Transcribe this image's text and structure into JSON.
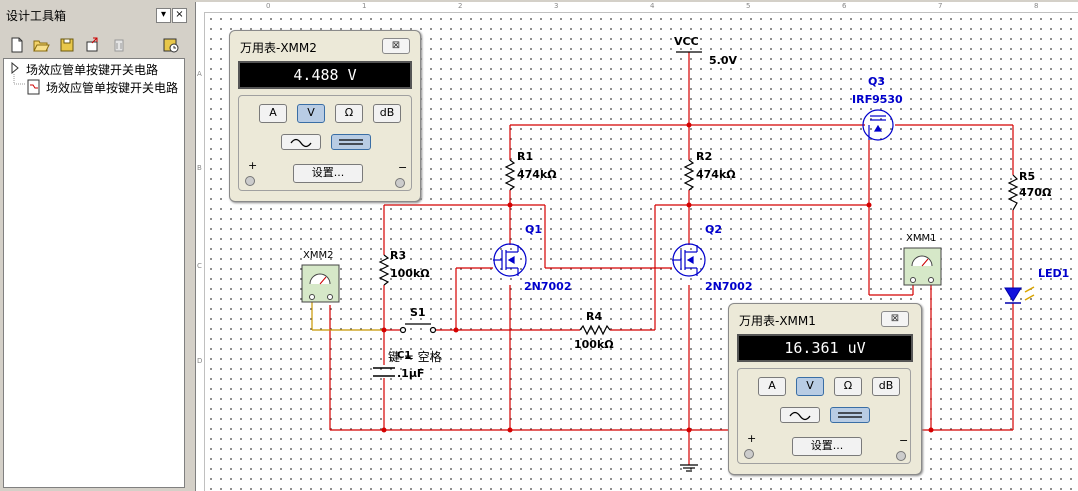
{
  "toolbox": {
    "title": "设计工具箱",
    "pin_label": "▾",
    "close_label": "×",
    "tree": {
      "root_label": "场效应管单按键开关电路",
      "child_label": "场效应管单按键开关电路"
    }
  },
  "ruler": {
    "top_ticks": [
      "0",
      "1",
      "2",
      "3",
      "4",
      "5",
      "6",
      "7",
      "8"
    ],
    "left_ticks": [
      "A",
      "B",
      "C",
      "D"
    ]
  },
  "circuit": {
    "vcc_label": "VCC",
    "vcc_value": "5.0V",
    "r1_label": "R1",
    "r1_value": "474kΩ",
    "r2_label": "R2",
    "r2_value": "474kΩ",
    "r3_label": "R3",
    "r3_value": "100kΩ",
    "r4_label": "R4",
    "r4_value": "100kΩ",
    "r5_label": "R5",
    "r5_value": "470Ω",
    "q1_label": "Q1",
    "q1_model": "2N7002",
    "q2_label": "Q2",
    "q2_model": "2N7002",
    "q3_label": "Q3",
    "q3_model": "IRF9530",
    "s1_label": "S1",
    "s1_key_text": "键 = 空格",
    "c1_label": "C1",
    "c1_value": ".1µF",
    "led_label": "LED1",
    "xmm1_label": "XMM1",
    "xmm2_label": "XMM2",
    "colors": {
      "wire": "#d40000",
      "net_label": "#0000cc",
      "instrument_wire": "#c89600",
      "component": "#000000"
    }
  },
  "mm2_window": {
    "title": "万用表-XMM2",
    "close_label": "⊠",
    "reading": "4.488 V",
    "keys": [
      "A",
      "V",
      "Ω",
      "dB"
    ],
    "active_key": "V",
    "settings_label": "设置...",
    "plus": "+",
    "minus": "−"
  },
  "mm1_window": {
    "title": "万用表-XMM1",
    "close_label": "⊠",
    "reading": "16.361 uV",
    "keys": [
      "A",
      "V",
      "Ω",
      "dB"
    ],
    "active_key": "V",
    "settings_label": "设置...",
    "plus": "+",
    "minus": "−"
  }
}
